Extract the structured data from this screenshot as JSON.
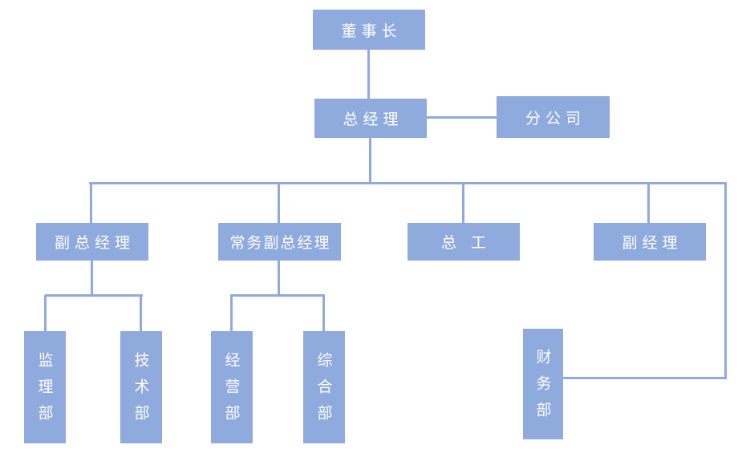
{
  "diagram": {
    "type": "org-chart",
    "colors": {
      "box_fill": "#8faadc",
      "line": "#8faadc",
      "text": "#ffffff",
      "background": "#ffffff"
    },
    "nodes": {
      "chairman": {
        "label": "董事长"
      },
      "general_manager": {
        "label": "总经理"
      },
      "branch_company": {
        "label": "分公司"
      },
      "deputy_general_manager": {
        "label": "副总经理"
      },
      "executive_deputy_general_manager": {
        "label": "常务副总经理"
      },
      "chief_engineer": {
        "label": "总 工"
      },
      "deputy_manager": {
        "label": "副经理"
      },
      "supervision_dept": {
        "label": "监理部"
      },
      "technology_dept": {
        "label": "技术部"
      },
      "operations_dept": {
        "label": "经营部"
      },
      "general_affairs_dept": {
        "label": "综合部"
      },
      "finance_dept": {
        "label": "财务部"
      }
    },
    "edges": [
      {
        "from": "董事长",
        "to": "总经理"
      },
      {
        "from": "总经理",
        "to": "分公司",
        "style": "lateral"
      },
      {
        "from": "总经理",
        "to": "副总经理"
      },
      {
        "from": "总经理",
        "to": "常务副总经理"
      },
      {
        "from": "总经理",
        "to": "总 工"
      },
      {
        "from": "总经理",
        "to": "副经理"
      },
      {
        "from": "总经理",
        "to": "财务部"
      },
      {
        "from": "副总经理",
        "to": "监理部"
      },
      {
        "from": "副总经理",
        "to": "技术部"
      },
      {
        "from": "常务副总经理",
        "to": "经营部"
      },
      {
        "from": "常务副总经理",
        "to": "综合部"
      }
    ]
  }
}
